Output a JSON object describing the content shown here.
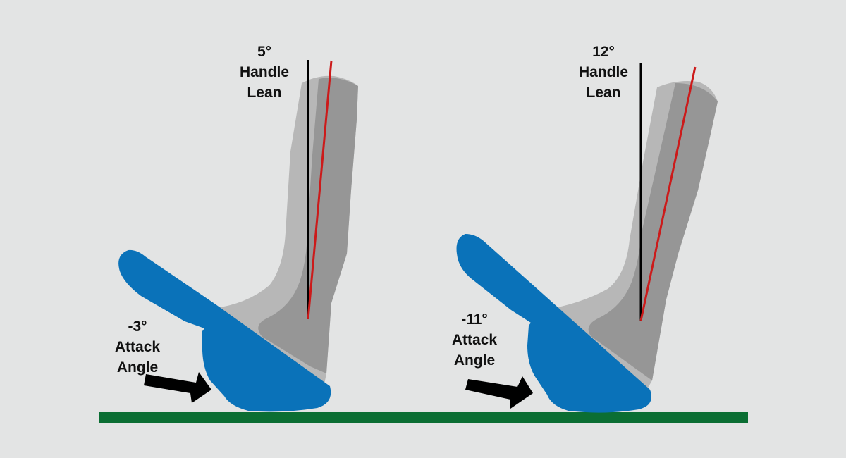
{
  "colors": {
    "background": "#e3e4e4",
    "ground": "#0b6e33",
    "shaft_light": "#b7b7b7",
    "shaft_dark": "#969696",
    "clubface": "#0a72b9",
    "vertical_line": "#000000",
    "shaft_line": "#cc1a1a",
    "arrow": "#000000"
  },
  "left_panel": {
    "handle_lean": {
      "value": "5°",
      "line1": "Handle",
      "line2": "Lean"
    },
    "attack_angle": {
      "value": "-3°",
      "line1": "Attack",
      "line2": "Angle"
    }
  },
  "right_panel": {
    "handle_lean": {
      "value": "12°",
      "line1": "Handle",
      "line2": "Lean"
    },
    "attack_angle": {
      "value": "-11°",
      "line1": "Attack",
      "line2": "Angle"
    }
  }
}
